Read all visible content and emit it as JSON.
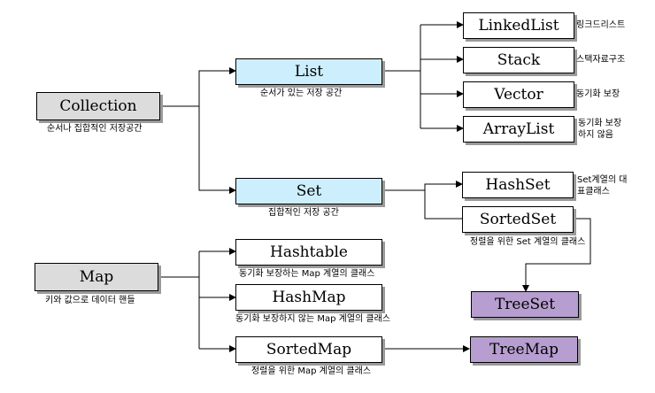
{
  "nodes": {
    "collection": {
      "title": "Collection",
      "desc": "순서나 집합적인 저장공간"
    },
    "list": {
      "title": "List",
      "desc": "순서가 있는 저장 공간"
    },
    "set": {
      "title": "Set",
      "desc": "집합적인 저장 공간"
    },
    "linkedlist": {
      "title": "LinkedList",
      "desc": "링크드리스트"
    },
    "stack": {
      "title": "Stack",
      "desc": "스택자료구조"
    },
    "vector": {
      "title": "Vector",
      "desc": "동기화 보장"
    },
    "arraylist": {
      "title": "ArrayList",
      "desc1": "동기화 보장",
      "desc2": "하지 않음"
    },
    "hashset": {
      "title": "HashSet",
      "desc1": "Set계열의 대",
      "desc2": "표클래스"
    },
    "sortedset": {
      "title": "SortedSet",
      "desc": "정렬을 위한 Set 계열의 클래스"
    },
    "treeset": {
      "title": "TreeSet"
    },
    "map": {
      "title": "Map",
      "desc": "키와 값으로 데이터 핸들"
    },
    "hashtable": {
      "title": "Hashtable",
      "desc": "동기화 보장하는 Map 계열의 클래스"
    },
    "hashmap": {
      "title": "HashMap",
      "desc": "동기화 보장하지 않는 Map 계열의 클래스"
    },
    "sortedmap": {
      "title": "SortedMap",
      "desc": "정렬을 위한 Map 계열의 클래스"
    },
    "treemap": {
      "title": "TreeMap"
    }
  },
  "colors": {
    "root": "#dcdcdc",
    "interface": "#cdeefc",
    "class": "#ffffff",
    "leaf": "#b79ed0"
  }
}
